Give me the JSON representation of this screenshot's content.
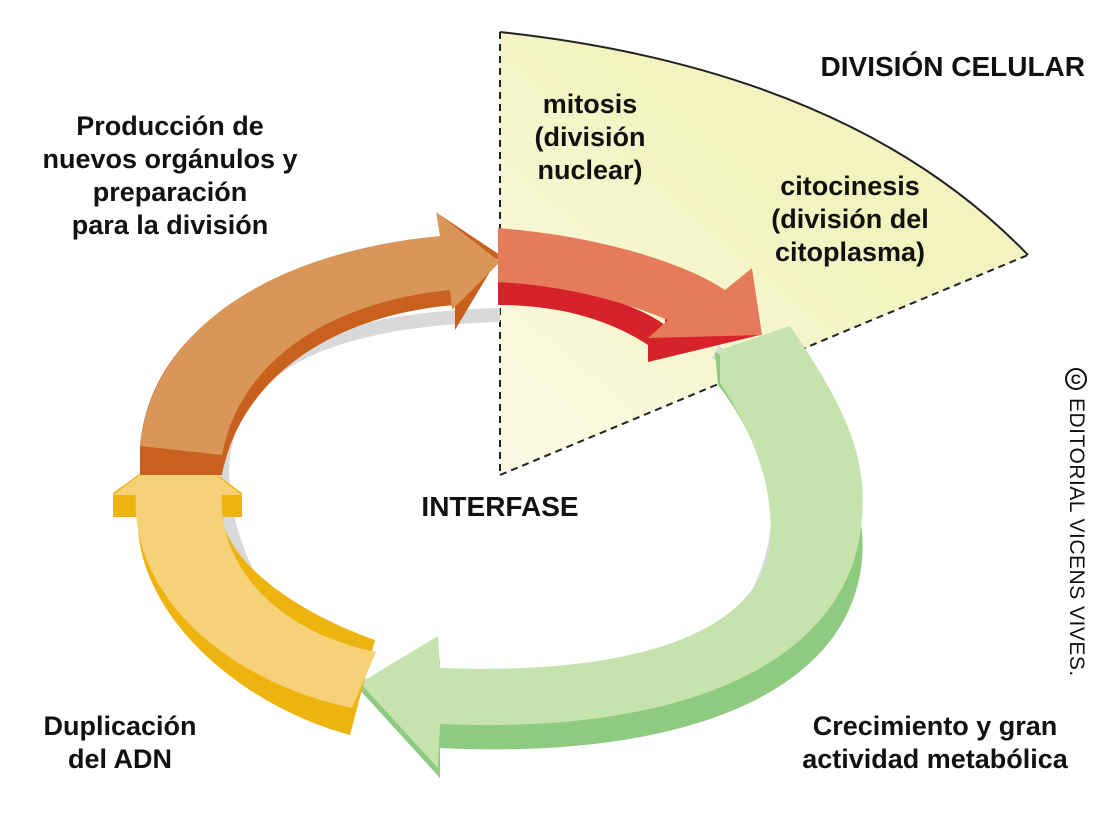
{
  "title": "DIVISIÓN CELULAR",
  "phases": {
    "preparacion": "Producción de\nnuevos orgánulos y\npreparación\npara la división",
    "mitosis": "mitosis\n(división\nnuclear)",
    "citocinesis": "citocinesis\n(división del\ncitoplasma)",
    "interfase": "INTERFASE",
    "duplicacion": "Duplicación\ndel ADN",
    "crecimiento": "Crecimiento y gran\nactividad metabólica"
  },
  "credit": {
    "symbol": "C",
    "text": "EDITORIAL VICENS VIVES."
  },
  "colors": {
    "sector_fill": "#f2f3bf",
    "orange_top": "#da9659",
    "orange_side": "#c8601e",
    "red_top": "#e57b5a",
    "red_side": "#d6222a",
    "green_top": "#c6e2ad",
    "green_side": "#8ecb80",
    "yellow_top": "#f6d178",
    "yellow_side": "#edb30e",
    "shadow": "#d9d9d9"
  }
}
